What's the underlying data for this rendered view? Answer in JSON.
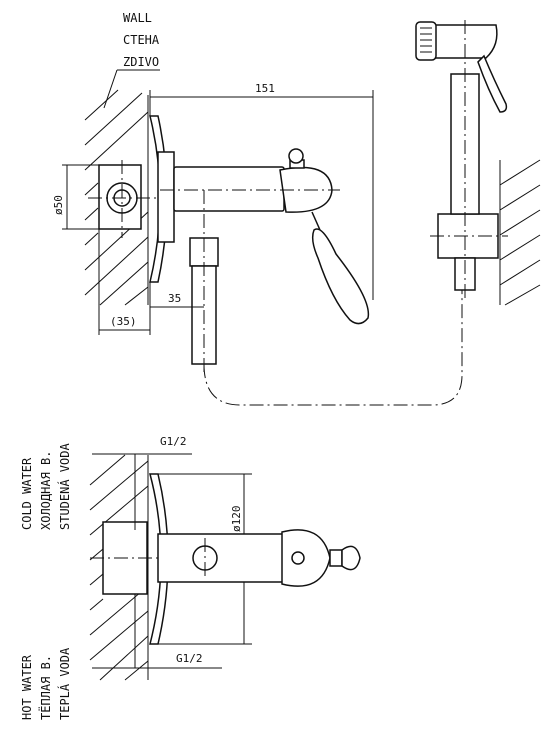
{
  "wall_labels": [
    "WALL",
    "СТЕНА",
    "ZDIVO"
  ],
  "dimensions": {
    "overall_length": "151",
    "outlet_offset": "35",
    "wall_depth": "(35)",
    "inlet_diameter": "ø50",
    "rosette_diameter": "ø120",
    "thread_top": "G1/2",
    "thread_bottom": "G1/2"
  },
  "cold_water_labels": [
    "COLD WATER",
    "ХОЛОДНАЯ В.",
    "STUDENÁ VODA"
  ],
  "hot_water_labels": [
    "HOT WATER",
    "ТЁПЛАЯ В.",
    "TEPLÁ VODA"
  ],
  "icons": [
    "hatched-wall-icon",
    "mixer-valve-icon",
    "hand-shower-icon"
  ]
}
